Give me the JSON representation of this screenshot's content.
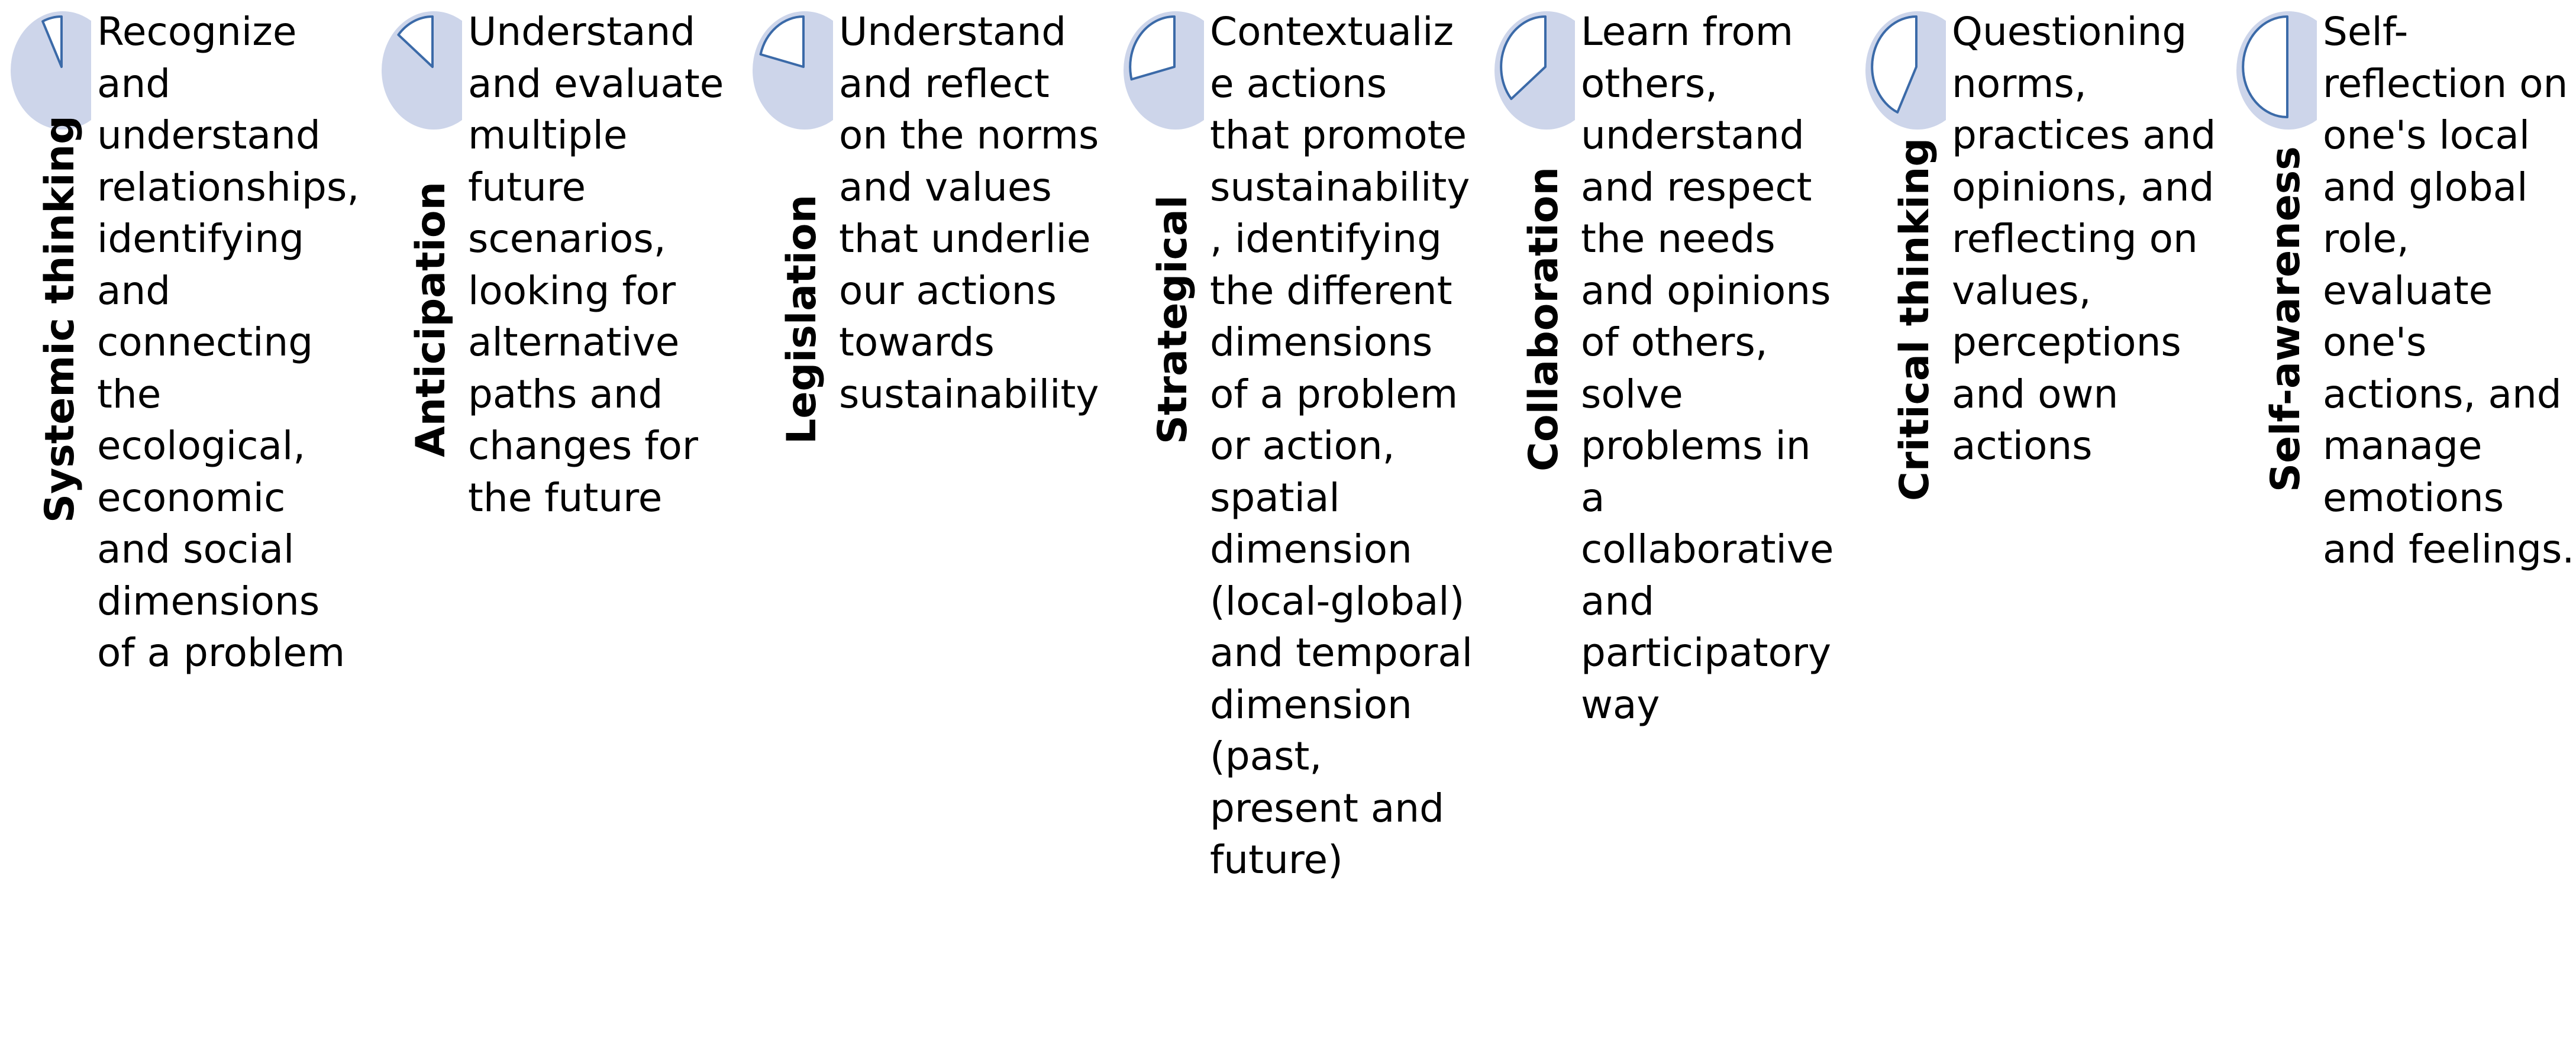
{
  "items": [
    {
      "label": "Systemic thinking",
      "text": "Recognize and understand relationships, identifying and connecting the ecological, economic and social dimensions of a problem",
      "fraction": 0.07
    },
    {
      "label": "Anticipation",
      "text": "Understand and evaluate multiple future scenarios, looking for alternative paths and changes for the future",
      "fraction": 0.14
    },
    {
      "label": "Legislation",
      "text": "Understand and reflect on the norms and values that underlie our actions towards sustainability",
      "fraction": 0.21
    },
    {
      "label": "Strategical",
      "text": "Contextualize actions that promote sustainability, identifying the different dimensions of a problem or action, spatial dimension (local-global) and temporal dimension (past, present and future)",
      "fraction": 0.29
    },
    {
      "label": "Collaboration",
      "text": "Learn from others, understand and respect the needs and opinions of others, solve problems in a collaborative and participatory way",
      "fraction": 0.36
    },
    {
      "label": "Critical thinking",
      "text": "Questioning norms, practices and opinions, and reflecting on values, perceptions and own actions",
      "fraction": 0.43
    },
    {
      "label": "Self-awareness",
      "text": "Self-reflection on one's local and global role, evaluate one's actions, and manage emotions and feelings.",
      "fraction": 0.5
    }
  ],
  "colors": {
    "pie_background": "#cdd5ea",
    "slice_fill": "#ffffff",
    "slice_stroke": "#3b6aa8",
    "text": "#000000"
  }
}
